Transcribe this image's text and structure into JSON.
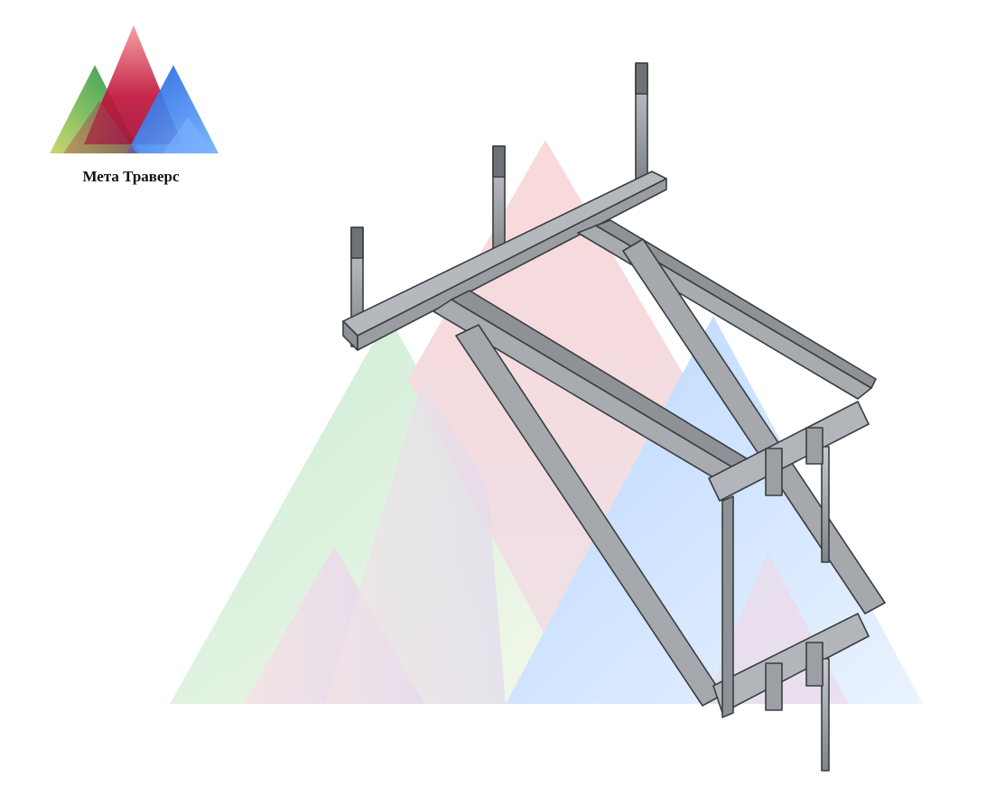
{
  "logo": {
    "company_name": "Мета Траверс",
    "icon": "three-overlapping-triangles-logo",
    "colors": [
      "#2e9e4f",
      "#c0123a",
      "#1f6ff0"
    ]
  },
  "watermark": {
    "icon": "large-triangles-watermark",
    "colors": [
      "#8fd6a8",
      "#e89aaa",
      "#8fb6f2"
    ]
  },
  "illustration": {
    "icon": "steel-traverse-bracket-isometric",
    "material_color": "#9a9ea3"
  }
}
